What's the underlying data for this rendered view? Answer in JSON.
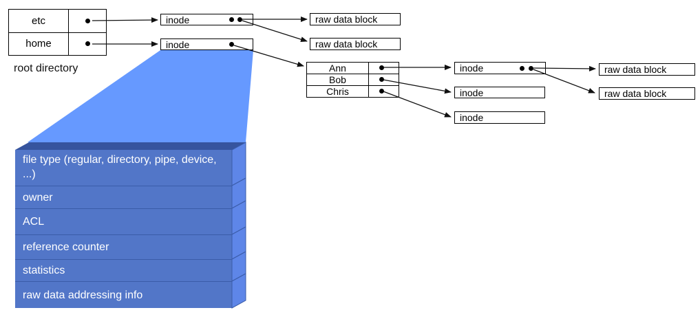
{
  "root_directory": {
    "label": "root directory",
    "entries": [
      {
        "name": "etc"
      },
      {
        "name": "home"
      }
    ]
  },
  "user_directory": {
    "entries": [
      {
        "name": "Ann"
      },
      {
        "name": "Bob"
      },
      {
        "name": "Chris"
      }
    ]
  },
  "inodes": [
    {
      "label": "inode"
    },
    {
      "label": "inode"
    },
    {
      "label": "inode"
    },
    {
      "label": "inode"
    },
    {
      "label": "inode"
    }
  ],
  "raw_blocks": [
    {
      "label": "raw data block"
    },
    {
      "label": "raw data block"
    },
    {
      "label": "raw data block"
    },
    {
      "label": "raw data block"
    }
  ],
  "inode_detail": {
    "fields": [
      "file type (regular, directory, pipe, device, ...)",
      "owner",
      "ACL",
      "reference counter",
      "statistics",
      "raw data addressing info"
    ]
  },
  "colors": {
    "funnel": "#6699FF",
    "stack_front": "#5276C8",
    "stack_side": "#5E86E8",
    "stack_top": "#36549E",
    "stack_divider": "#3A5CA8",
    "line": "#111111"
  }
}
